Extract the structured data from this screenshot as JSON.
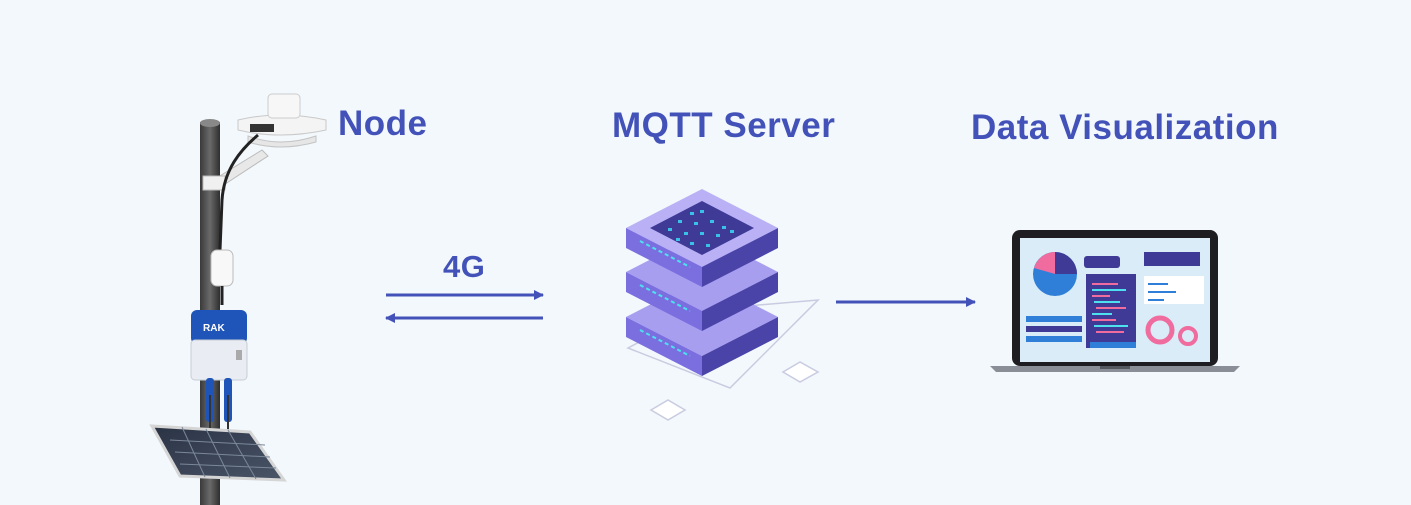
{
  "labels": {
    "node": "Node",
    "server": "MQTT Server",
    "visualization": "Data Visualization",
    "link": "4G"
  },
  "device": {
    "brand_text": "RAK"
  },
  "colors": {
    "accent": "#4352b9",
    "background": "#f2f8fc",
    "server_purple": "#7b6fe0",
    "server_dark": "#3e3a96",
    "screen_pink": "#f06b9e",
    "screen_blue": "#2f7fd8"
  },
  "icons": [
    "weather-station-icon",
    "server-stack-icon",
    "laptop-dashboard-icon",
    "arrow-right-icon",
    "arrow-left-icon"
  ]
}
